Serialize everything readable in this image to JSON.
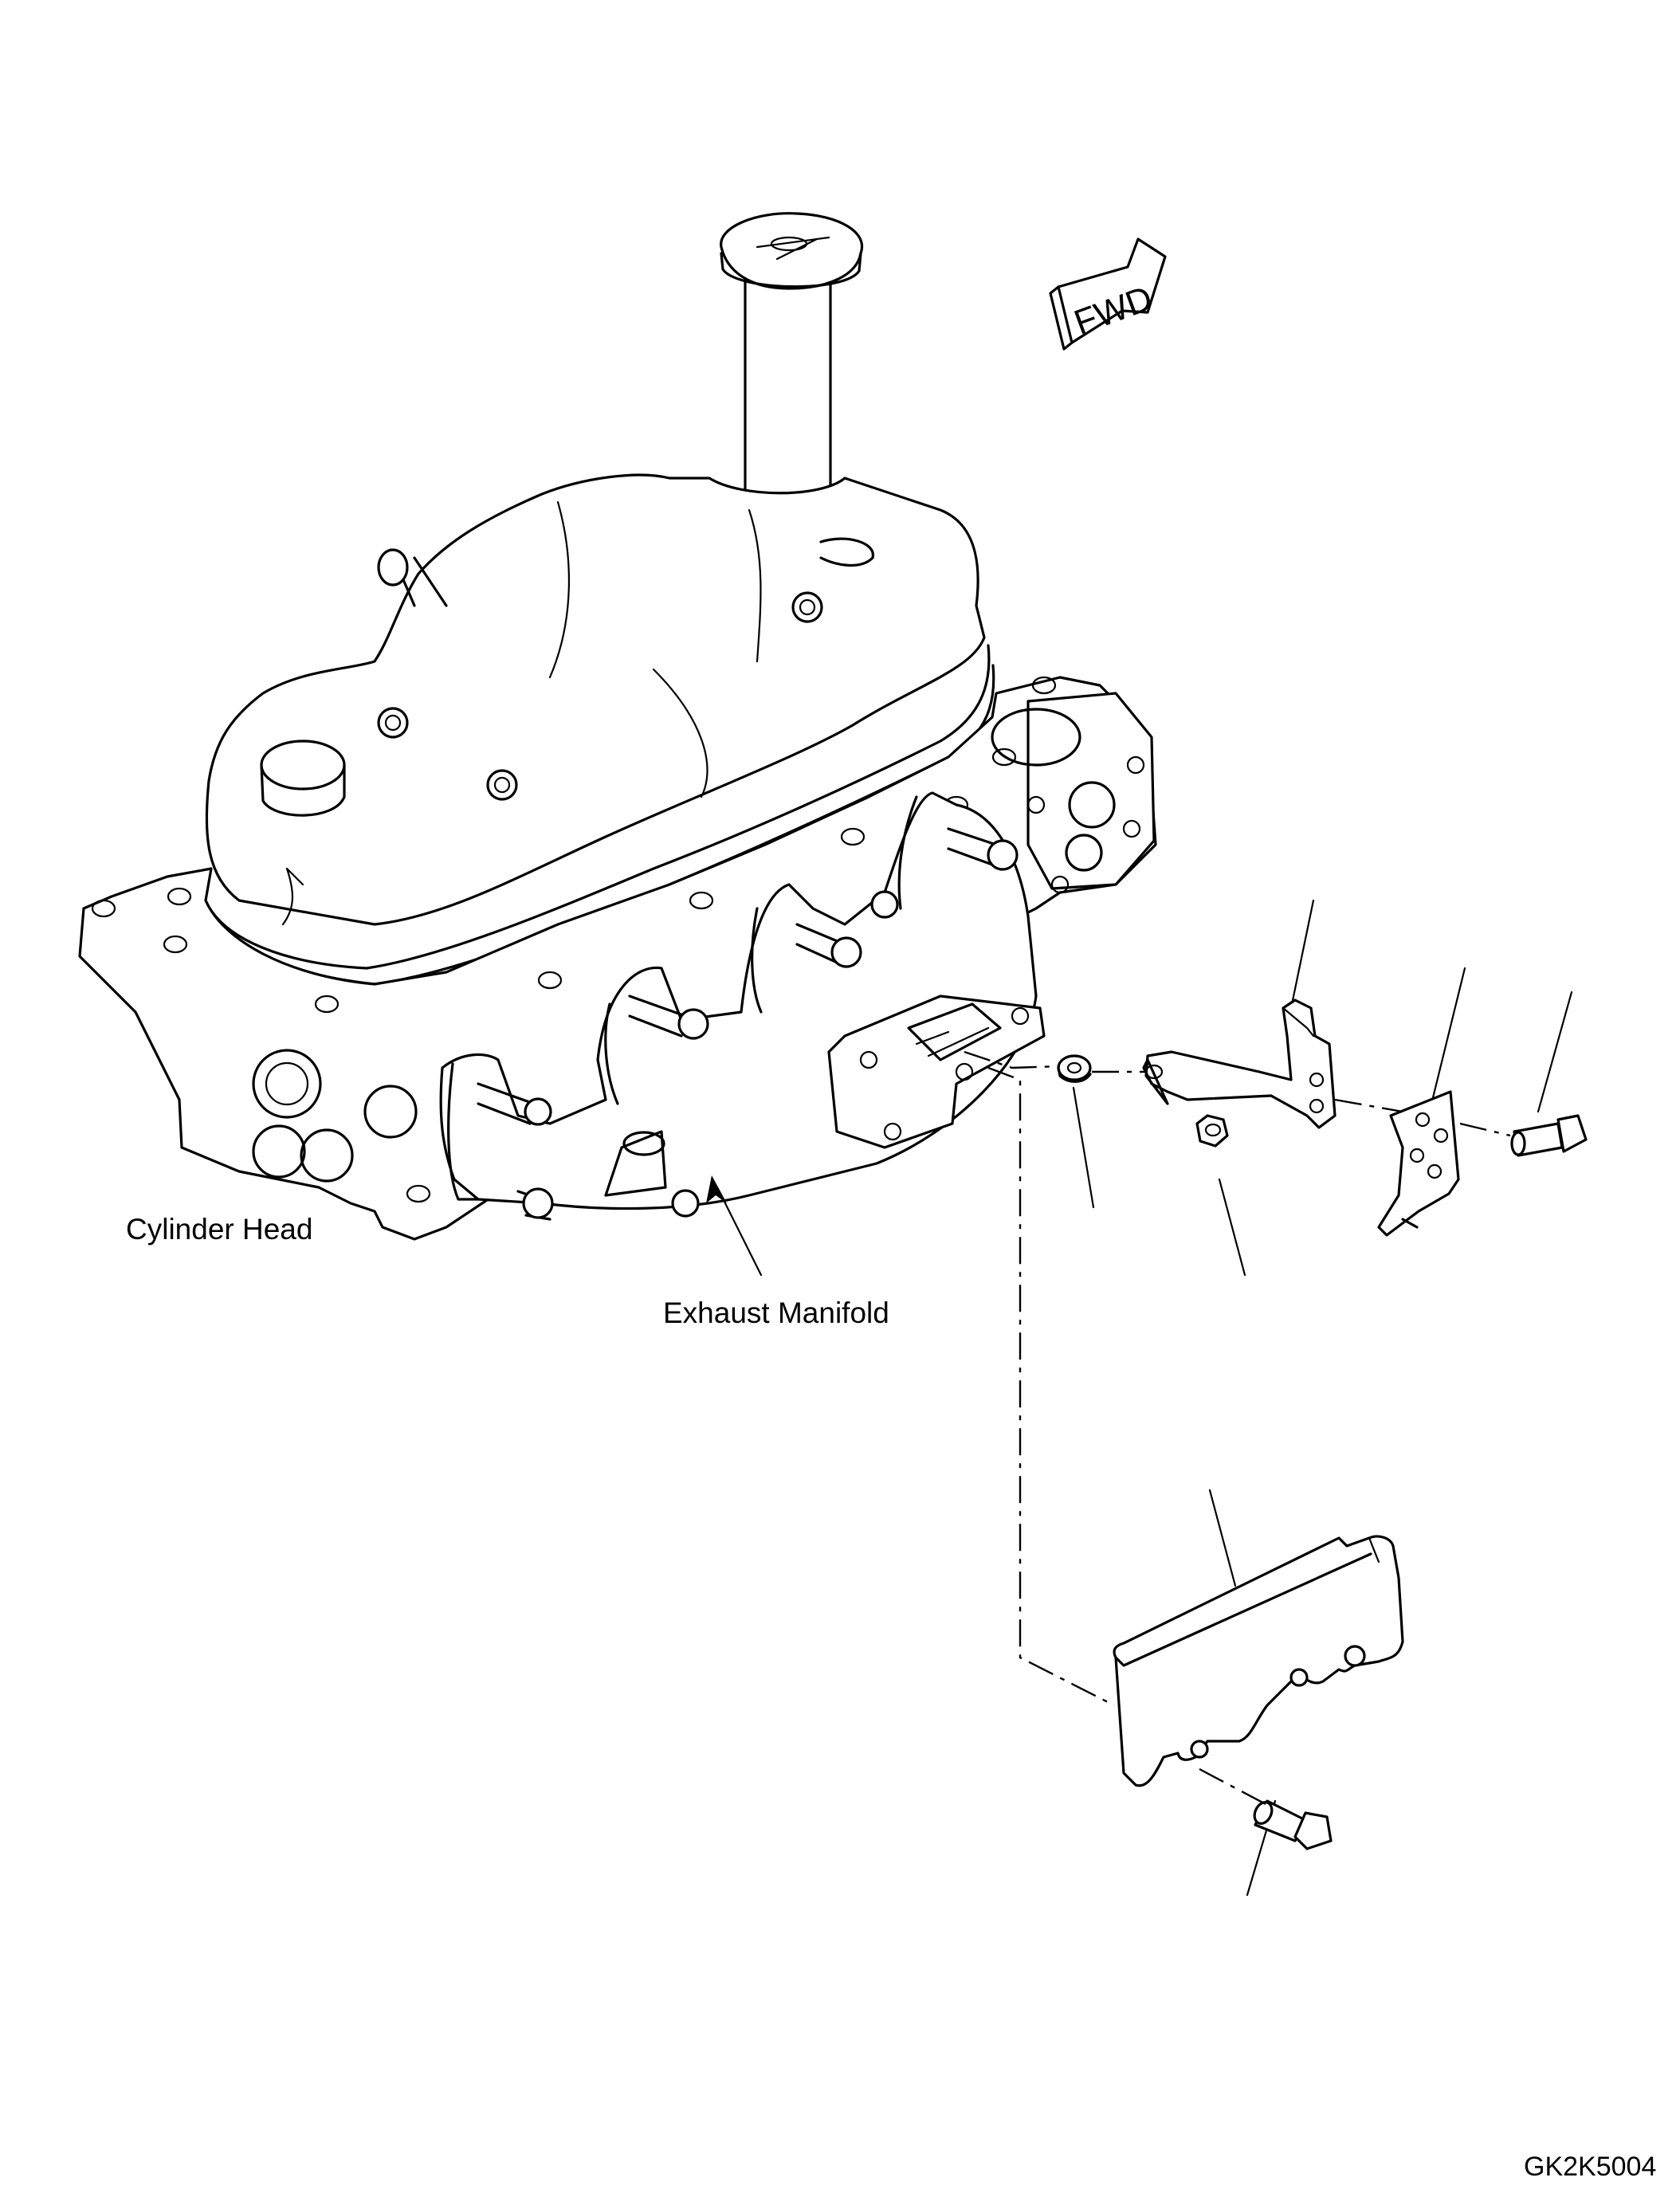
{
  "labels": {
    "cylinder_head": "Cylinder Head",
    "exhaust_manifold": "Exhaust Manifold",
    "fwd": "FWD"
  },
  "drawing_code": "GK2K5004"
}
